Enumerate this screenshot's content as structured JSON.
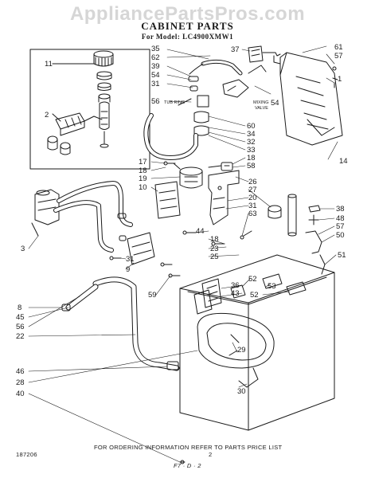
{
  "watermark": "AppliancePartsPros.com",
  "title": "CABINET PARTS",
  "model_line": "For Model: LC4900XMW1",
  "diagram": {
    "callouts": [
      {
        "id": "c35",
        "label": "35"
      },
      {
        "id": "c62",
        "label": "62"
      },
      {
        "id": "c39",
        "label": "39"
      },
      {
        "id": "c54a",
        "label": "54"
      },
      {
        "id": "c31a",
        "label": "31"
      },
      {
        "id": "c56a",
        "label": "56"
      },
      {
        "id": "c11",
        "label": "11"
      },
      {
        "id": "c2",
        "label": "2"
      },
      {
        "id": "c37",
        "label": "37"
      },
      {
        "id": "c61",
        "label": "61"
      },
      {
        "id": "c57a",
        "label": "57"
      },
      {
        "id": "c1",
        "label": "1"
      },
      {
        "id": "c54b",
        "label": "54"
      },
      {
        "id": "c60",
        "label": "60"
      },
      {
        "id": "c34",
        "label": "34"
      },
      {
        "id": "c32",
        "label": "32"
      },
      {
        "id": "c33",
        "label": "33"
      },
      {
        "id": "c18a",
        "label": "18"
      },
      {
        "id": "c58",
        "label": "58"
      },
      {
        "id": "c14",
        "label": "14"
      },
      {
        "id": "c17",
        "label": "17"
      },
      {
        "id": "c18b",
        "label": "18"
      },
      {
        "id": "c19",
        "label": "19"
      },
      {
        "id": "c10",
        "label": "10"
      },
      {
        "id": "c26",
        "label": "26"
      },
      {
        "id": "c27",
        "label": "27"
      },
      {
        "id": "c20",
        "label": "20"
      },
      {
        "id": "c31b",
        "label": "31"
      },
      {
        "id": "c63",
        "label": "63"
      },
      {
        "id": "c38",
        "label": "38"
      },
      {
        "id": "c48",
        "label": "48"
      },
      {
        "id": "c57b",
        "label": "57"
      },
      {
        "id": "c50",
        "label": "50"
      },
      {
        "id": "c44",
        "label": "44"
      },
      {
        "id": "c18c",
        "label": "18"
      },
      {
        "id": "c23",
        "label": "23"
      },
      {
        "id": "c25",
        "label": "25"
      },
      {
        "id": "c51",
        "label": "51"
      },
      {
        "id": "c3",
        "label": "3"
      },
      {
        "id": "c31c",
        "label": "31"
      },
      {
        "id": "c9",
        "label": "9"
      },
      {
        "id": "c52a",
        "label": "52"
      },
      {
        "id": "c53",
        "label": "53"
      },
      {
        "id": "c36",
        "label": "36"
      },
      {
        "id": "c43",
        "label": "43"
      },
      {
        "id": "c52b",
        "label": "52"
      },
      {
        "id": "c59",
        "label": "59"
      },
      {
        "id": "c8",
        "label": "8"
      },
      {
        "id": "c45",
        "label": "45"
      },
      {
        "id": "c56b",
        "label": "56"
      },
      {
        "id": "c22",
        "label": "22"
      },
      {
        "id": "c29",
        "label": "29"
      },
      {
        "id": "c46",
        "label": "46"
      },
      {
        "id": "c28",
        "label": "28"
      },
      {
        "id": "c30",
        "label": "30"
      },
      {
        "id": "c40",
        "label": "40"
      }
    ],
    "annotations": {
      "tub_ring": "TUB RING",
      "mixing_valve_1": "MIXING",
      "mixing_valve_2": "VALVE"
    }
  },
  "footer": {
    "note": "FOR ORDERING INFORMATION REFER TO PARTS PRICE LIST",
    "doc_number": "187206",
    "page": "2",
    "code": "F7 · D · 2"
  }
}
